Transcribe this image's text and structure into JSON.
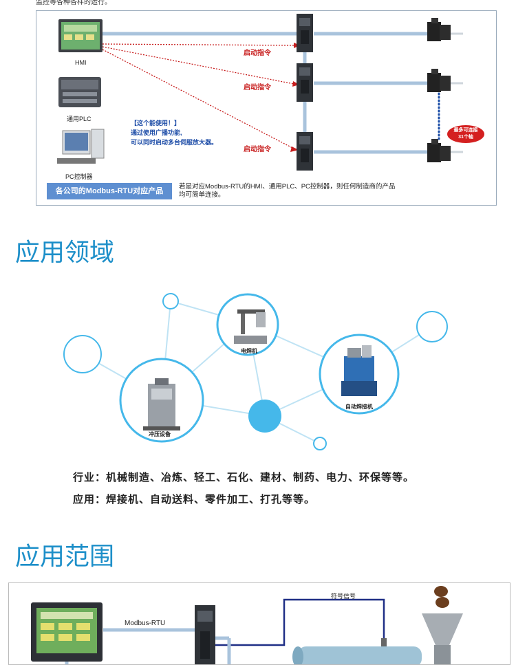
{
  "top_caption": "监控等各种各样的运行。",
  "diagram1": {
    "devices": {
      "hmi_label": "HMI",
      "plc_label": "通用PLC",
      "pc_label": "PC控制器"
    },
    "commands": [
      "启动指令",
      "启动指令",
      "启动指令"
    ],
    "note_lines": [
      "【这个能使用！】",
      "通过使用广播功能,",
      "可以同时启动多台伺服放大器。"
    ],
    "axes_badge_lines": [
      "最多可连接",
      "31个轴"
    ],
    "vendor_badge": "各公司的Modbus-RTU对应产品",
    "bottom_note_lines": [
      "若是对应Modbus-RTU的HMI、通用PLC、PC控制器，则任何制造商的产品",
      "均可简单连接。"
    ],
    "colors": {
      "command": "#c81e1e",
      "note": "#1f4ea8",
      "badge": "#5e8fd1",
      "cable": "#a9c3dc"
    }
  },
  "section1": {
    "title": "应用领域",
    "nodes": {
      "welder": "电焊机",
      "auto_welder": "自动焊接机",
      "press": "冲压设备"
    },
    "industry_line": "行业：机械制造、冶炼、轻工、石化、建材、制药、电力、环保等等。",
    "application_line": "应用：焊接机、自动送料、零件加工、打孔等等。",
    "colors": {
      "accent": "#45b8ea",
      "line": "#bfe3f4"
    }
  },
  "section2": {
    "title": "应用范围",
    "modbus_label": "Modbus-RTU",
    "signal_label": "符号信号"
  }
}
